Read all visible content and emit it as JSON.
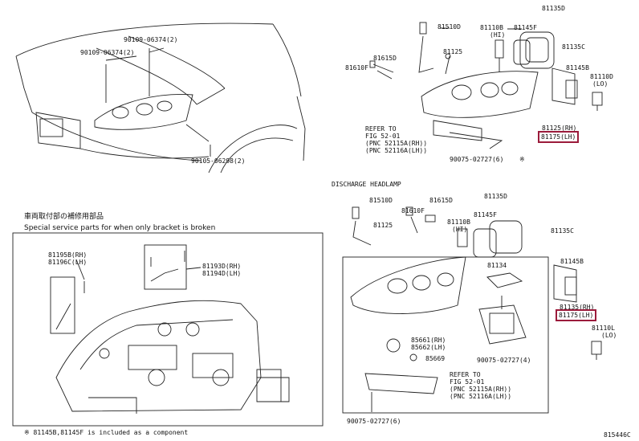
{
  "labels": {
    "p_90109a": "90109-06374(2)",
    "p_90109b": "90109-06374(2)",
    "p_90105": "90105-06298(2)",
    "jp_title": "車両取付部の補修用部品",
    "special_note": "Special service parts for when only bracket is broken",
    "p_81195": "81195B(RH)",
    "p_81196": "81196C(LH)",
    "p_81193": "81193D(RH)",
    "p_81194": "81194D(LH)",
    "footnote": "※ 81145B,81145F is included as a component",
    "t_81510": "81510D",
    "t_81125": "81125",
    "t_81615": "81615D",
    "t_81610": "81610F",
    "t_81135": "81135D",
    "t_81110b": "81110B",
    "t_hi": "(HI)",
    "t_81145f": "81145F",
    "t_81135c": "81135C",
    "t_81145b": "81145B",
    "t_81110d": "81110D",
    "t_lo": "(LO)",
    "t_81125rh": "81125(RH)",
    "t_81175": "81175(LH)",
    "t_ref1": "REFER TO",
    "t_ref2": "FIG 52-01",
    "t_ref3": "(PNC 52115A(RH))",
    "t_ref4": "(PNC 52116A(LH))",
    "t_90075": "90075-02727(6)",
    "t_ast": "※",
    "discharge_title": "DISCHARGE HEADLAMP",
    "b_81510": "81510D",
    "b_81615": "81615D",
    "b_81135": "81135D",
    "b_81610": "81610F",
    "b_81125": "81125",
    "b_81110b": "81110B",
    "b_hi": "(HI)",
    "b_81145f": "81145F",
    "b_81135c": "81135C",
    "b_81145b": "81145B",
    "b_81134": "81134",
    "b_81135rh": "81135(RH)",
    "b_81175": "81175(LH)",
    "b_81110l": "81110L",
    "b_lo": "(LO)",
    "b_85661": "85661(RH)",
    "b_85662": "85662(LH)",
    "b_85669": "85669",
    "b_90075a": "90075-02727(4)",
    "b_ref1": "REFER TO",
    "b_ref2": "FIG 52-01",
    "b_ref3": "(PNC 52115A(RH))",
    "b_ref4": "(PNC 52116A(LH))",
    "b_90075b": "90075-02727(6)",
    "diagram_id": "815446C"
  },
  "colors": {
    "line": "#222222",
    "highlight": "#9b1b3b"
  }
}
